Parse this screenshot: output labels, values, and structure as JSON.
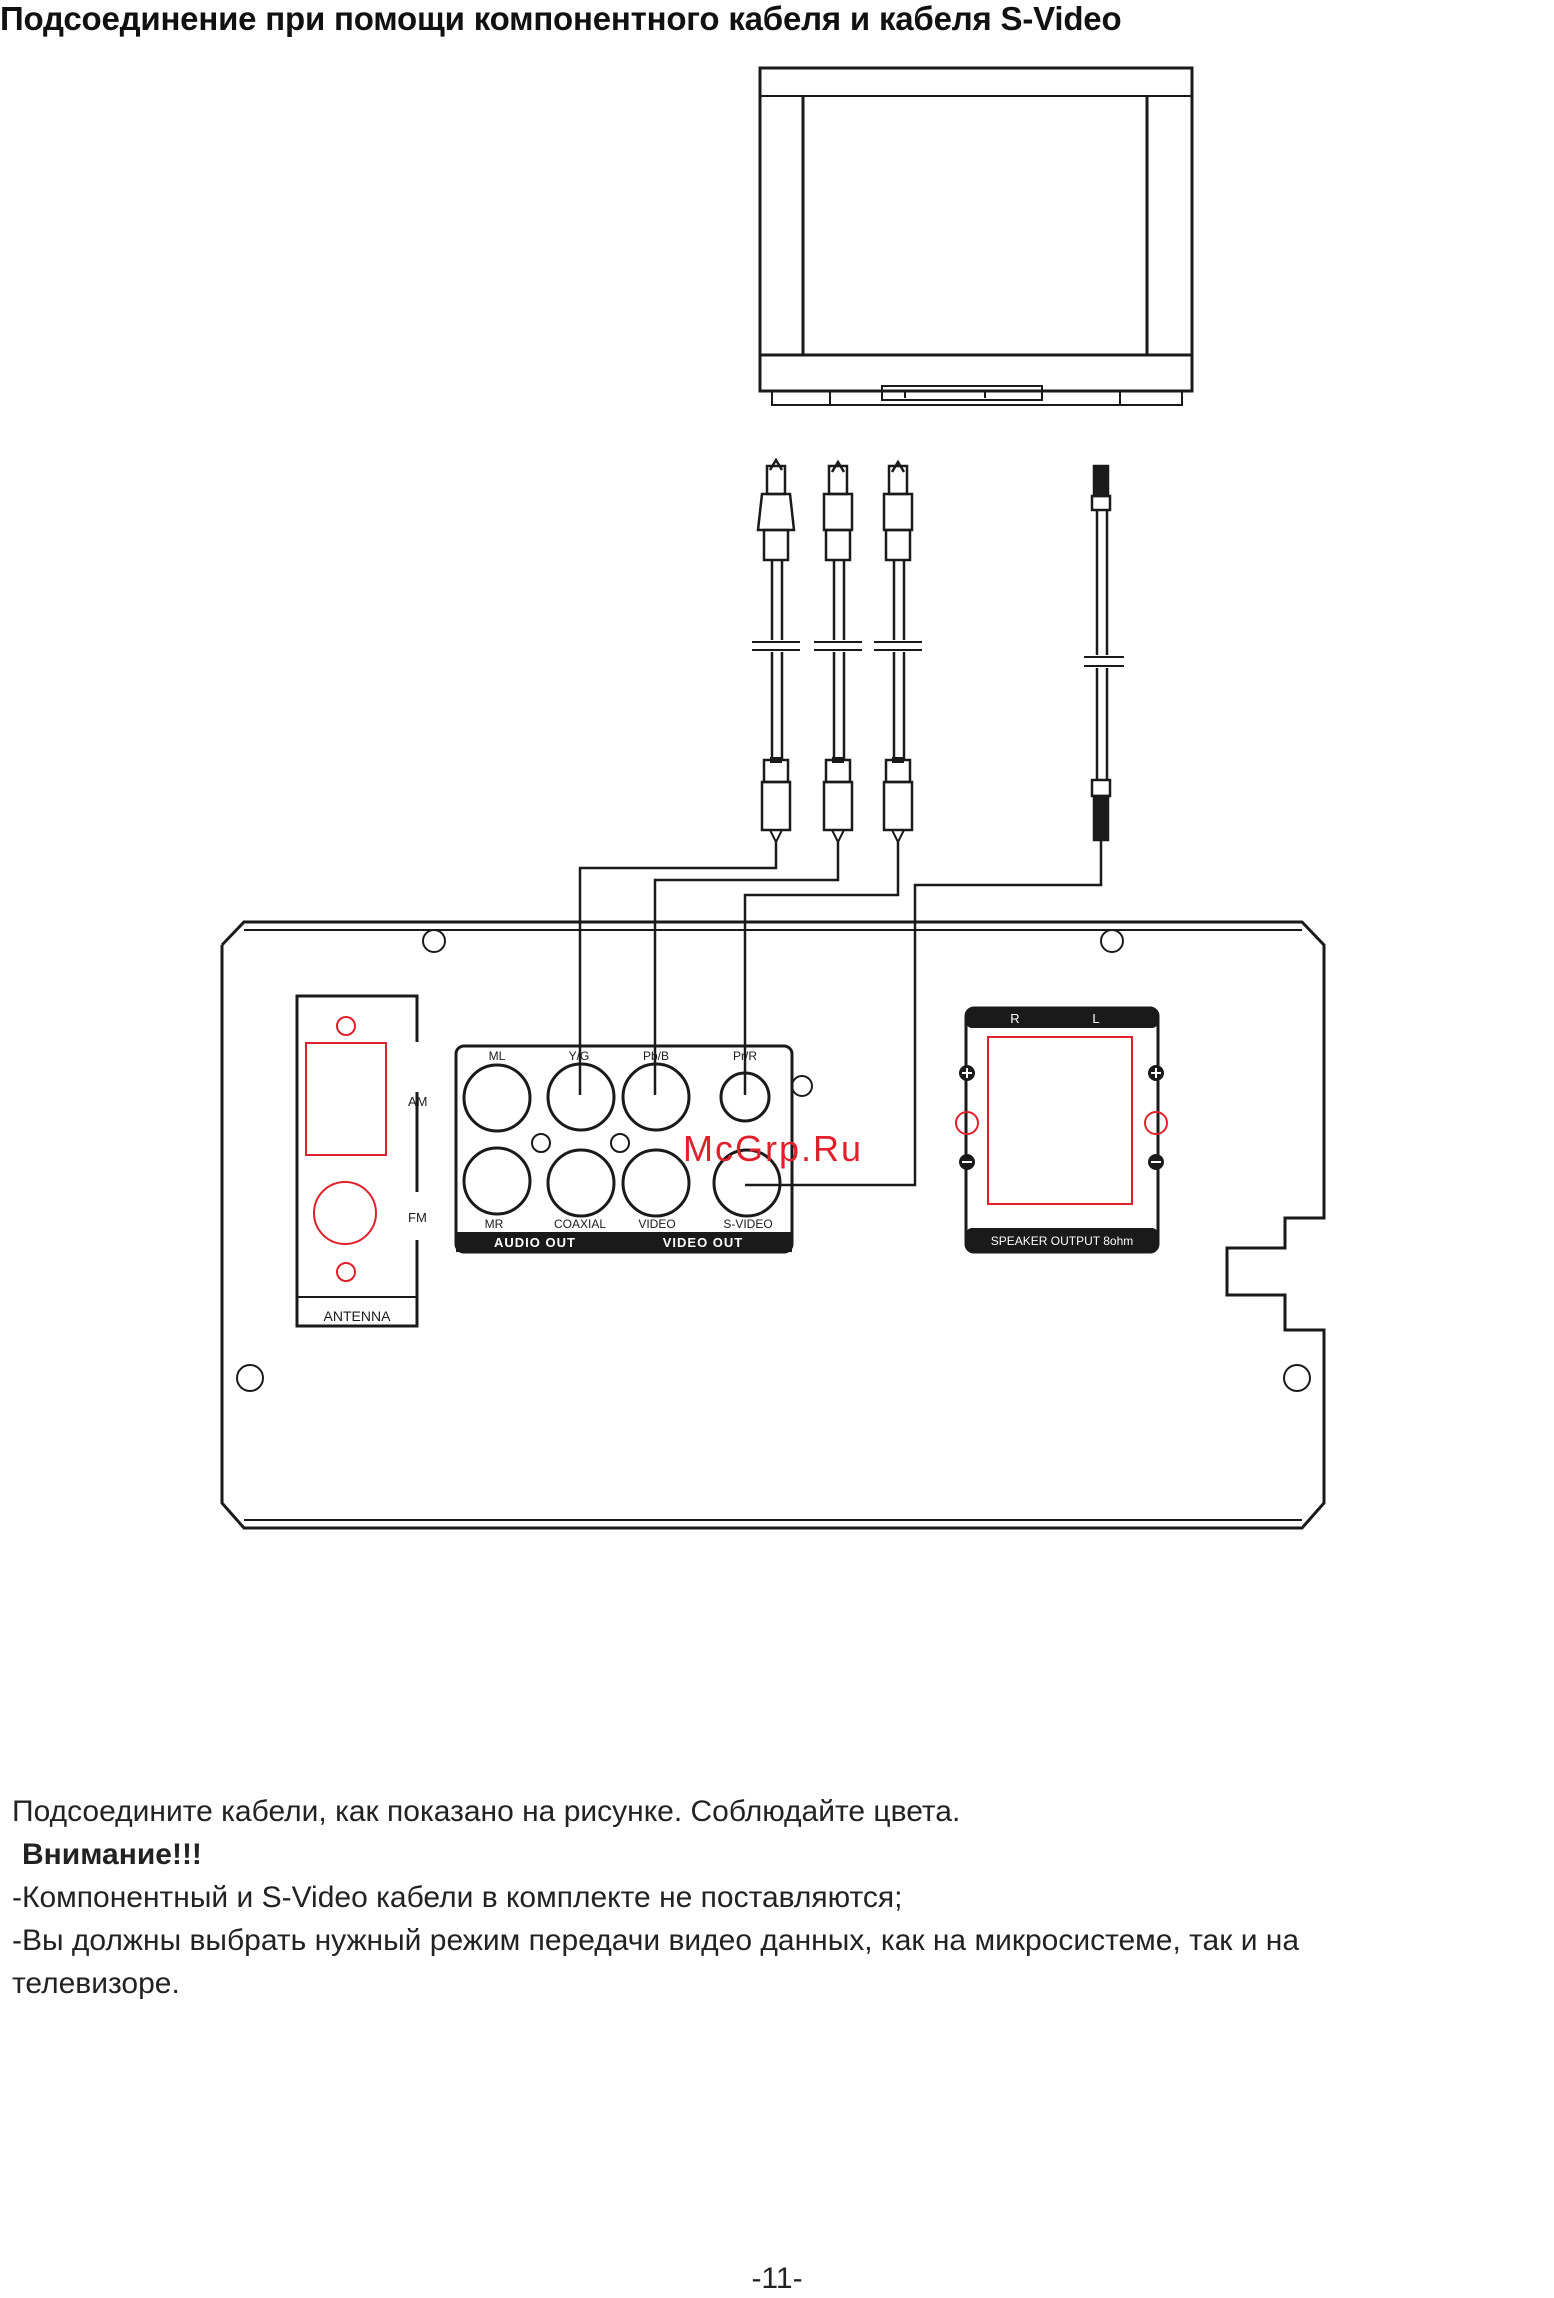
{
  "heading": "Подсоединение при помощи компонентного кабеля и кабеля S-Video",
  "panel_labels": {
    "am": "AM",
    "fm": "FM",
    "antenna": "ANTENNA",
    "ml": "ML",
    "yg": "Y/G",
    "pbb": "Pb/B",
    "prr": "Pr/R",
    "mr": "MR",
    "coaxial": "COAXIAL",
    "video": "VIDEO",
    "svideo": "S-VIDEO",
    "audio_out": "AUDIO OUT",
    "video_out": "VIDEO OUT",
    "speaker_r": "R",
    "speaker_l": "L",
    "speaker_output": "SPEAKER OUTPUT 8ohm"
  },
  "watermark": "McGrp.Ru",
  "body": {
    "line1": "Подсоедините кабели, как показано на рисунке. Соблюдайте цвета.",
    "attention": "Внимание!!!",
    "line2": "-Компонентный и S-Video кабели в комплекте не поставляются;",
    "line3": "-Вы должны выбрать нужный режим передачи видео данных, как на микросистеме, так и на",
    "line4": "телевизоре."
  },
  "page_number": "-11-",
  "colors": {
    "line": "#1a1a1a",
    "accent_red": "#e0202a",
    "panel_bar": "#1a1a1a"
  }
}
